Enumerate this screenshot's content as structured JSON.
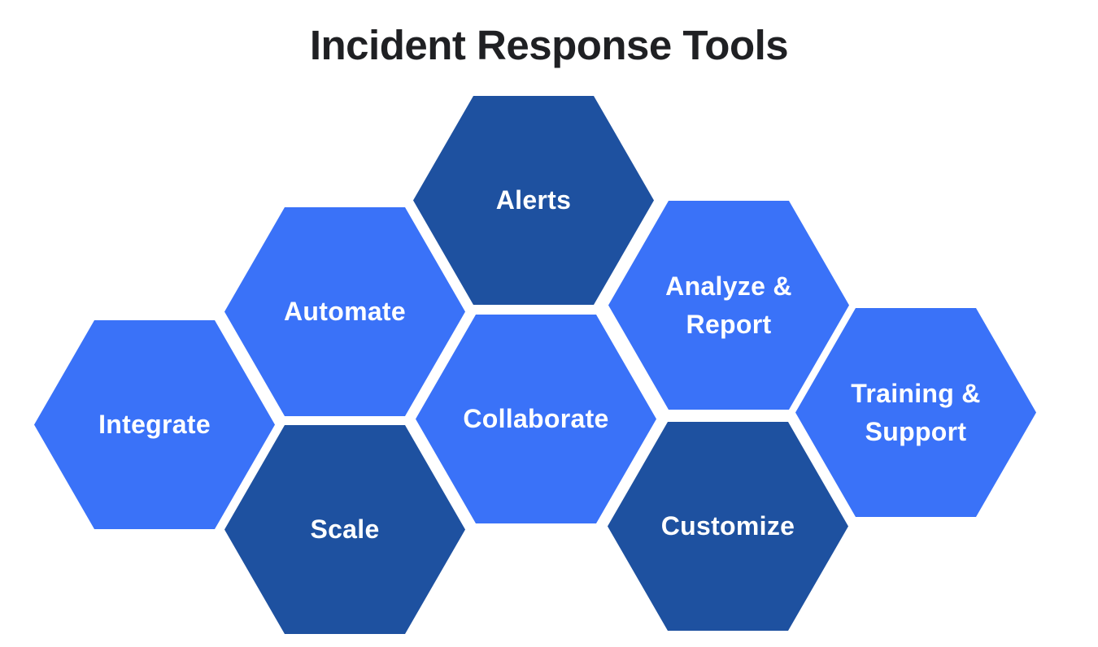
{
  "title": "Incident Response Tools",
  "colors": {
    "background": "#ffffff",
    "title_text": "#1f2023",
    "hex_dark": "#1e51a0",
    "hex_light": "#3a72f8",
    "hex_label_text": "#ffffff"
  },
  "hexagons": [
    {
      "id": "alerts",
      "label": "Alerts",
      "variant": "dark"
    },
    {
      "id": "automate",
      "label": "Automate",
      "variant": "light"
    },
    {
      "id": "analyze-report",
      "label": "Analyze &\nReport",
      "variant": "light"
    },
    {
      "id": "integrate",
      "label": "Integrate",
      "variant": "light"
    },
    {
      "id": "collaborate",
      "label": "Collaborate",
      "variant": "light"
    },
    {
      "id": "training-support",
      "label": "Training &\nSupport",
      "variant": "light"
    },
    {
      "id": "scale",
      "label": "Scale",
      "variant": "dark"
    },
    {
      "id": "customize",
      "label": "Customize",
      "variant": "dark"
    }
  ]
}
